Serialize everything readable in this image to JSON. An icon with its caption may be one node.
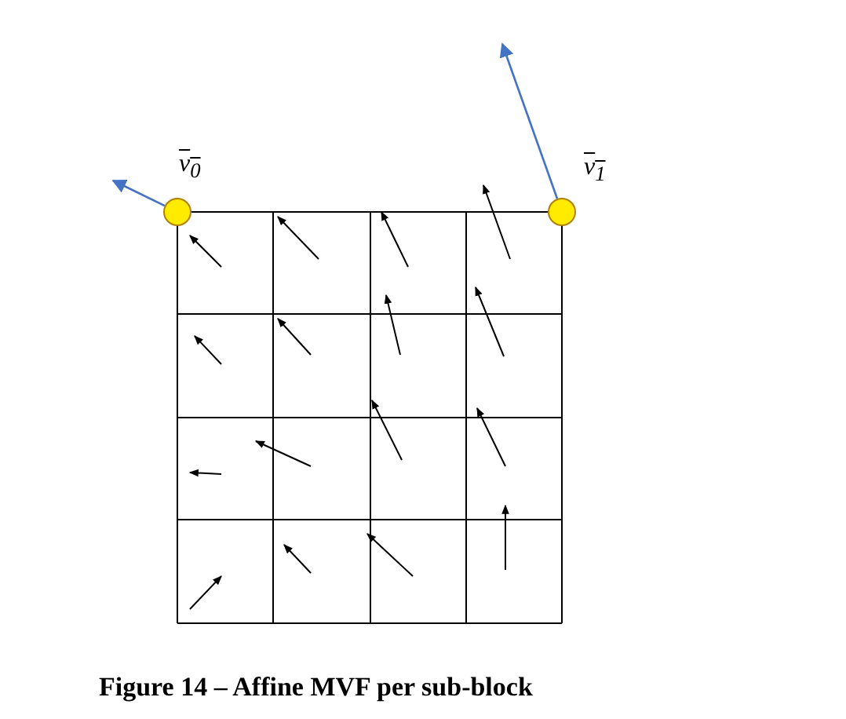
{
  "diagram": {
    "caption": "Figure 14 – Affine MVF per sub-block",
    "nodes": [
      {
        "text": [],
        "shape": "circle",
        "beside": [
          "v$_{0}$"
        ]
      },
      {
        "text": [],
        "shape": "circle",
        "beside": [
          "v$_{1}$"
        ]
      }
    ],
    "edges": [
      {
        "from": 0,
        "to": null,
        "arrow": "to"
      },
      {
        "from": 1,
        "to": null,
        "arrow": "to"
      }
    ]
  }
}
